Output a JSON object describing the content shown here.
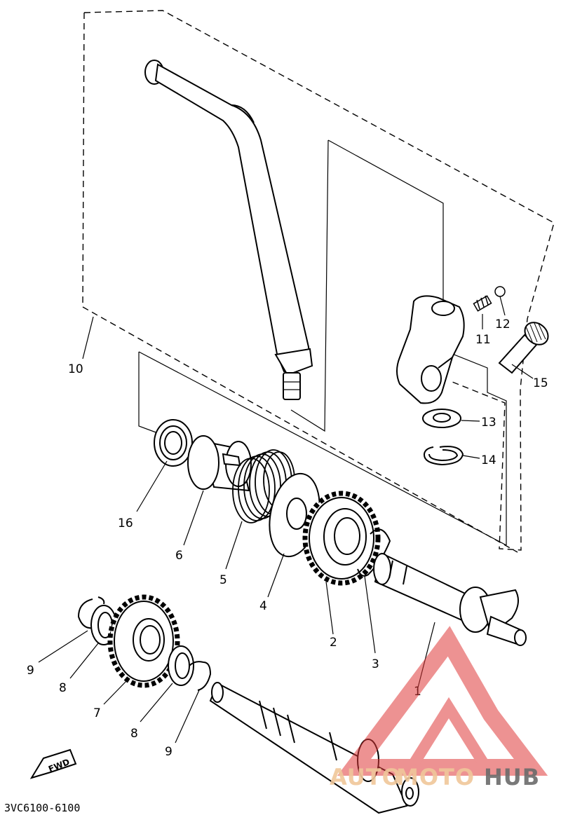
{
  "callouts": {
    "c1": "1",
    "c2": "2",
    "c3": "3",
    "c4": "4",
    "c5": "5",
    "c6": "6",
    "c7": "7",
    "c8a": "8",
    "c8b": "8",
    "c9a": "9",
    "c9b": "9",
    "c10": "10",
    "c11": "11",
    "c12": "12",
    "c13": "13",
    "c14": "14",
    "c15": "15",
    "c16": "16"
  },
  "part_code": "3VC6100-6100",
  "fwd_label": "FWD",
  "watermark": {
    "auto": "AUTO",
    "moto": "MOTO",
    "hub": "HUB"
  },
  "colors": {
    "line": "#000000",
    "watermark_red": "#e03a3a",
    "watermark_orange": "#f0c79a",
    "watermark_gray": "#6b6b6b"
  }
}
